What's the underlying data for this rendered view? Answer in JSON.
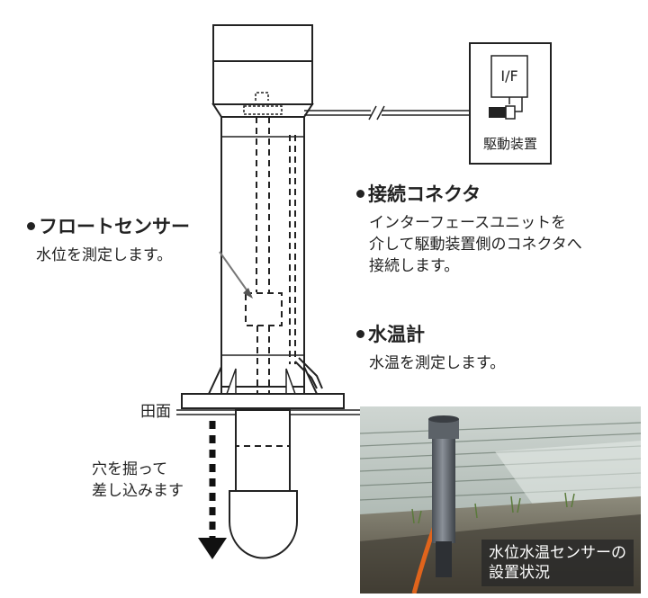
{
  "device": {
    "if_label": "I/F",
    "drive_unit_label": "駆動装置"
  },
  "callouts": {
    "connector": {
      "title": "接続コネクタ",
      "lines": [
        "インターフェースユニットを",
        "介して駆動装置側のコネクタへ",
        "接続します。"
      ]
    },
    "float_sensor": {
      "title": "フロートセンサー",
      "description": "水位を測定します。"
    },
    "thermometer": {
      "title": "水温計",
      "description": "水温を測定します。"
    },
    "ground": {
      "label": "田面"
    },
    "instruction": {
      "lines": [
        "穴を掘って",
        "差し込みます"
      ]
    }
  },
  "photo": {
    "caption": "水位水温センサーの\n設置状況"
  }
}
